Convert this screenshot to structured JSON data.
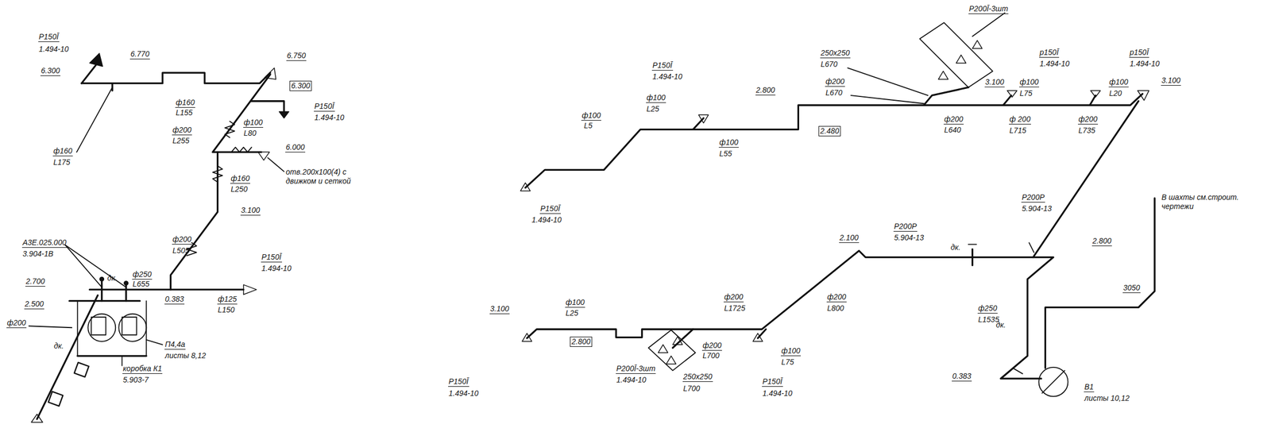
{
  "diagram": {
    "labels": [
      "P150Ī",
      "1.494-10",
      "6.770",
      "6.750",
      "6.300",
      "6.300",
      "ф160",
      "L155",
      "ф200",
      "L255",
      "ф100",
      "L80",
      "P150Ī",
      "1.494-10",
      "ф160",
      "L175",
      "6.000",
      "отв.200x100(4) с движком и сеткой",
      "ф160",
      "L250",
      "ф200",
      "L505",
      "3.100",
      "A3E.025.000",
      "3.904-1B",
      "ф250",
      "L655",
      "P150Ī",
      "1.494-10",
      "2.700",
      "2.500",
      "ф200",
      "0.383",
      "ф125",
      "L150",
      "П4,4а",
      "листы 8,12",
      "коробка К1",
      "5.903-7",
      "дк.",
      "дк.",
      "P200Ī-3шт",
      "250x250",
      "L670",
      "P150Ī",
      "1.494-10",
      "ф100",
      "L25",
      "p150Ī",
      "1.494-10",
      "p150Ī",
      "1.494-10",
      "2.800",
      "ф200",
      "L670",
      "3.100",
      "ф100",
      "L75",
      "ф100",
      "L20",
      "3.100",
      "ф100",
      "L5",
      "ф100",
      "L55",
      "2.480",
      "ф200",
      "L640",
      "ф 200",
      "L715",
      "ф200",
      "L735",
      "P150Ī",
      "1.494-10",
      "Р200Р",
      "5.904-13",
      "Р200Р",
      "5.904-13",
      "2.100",
      "дк.",
      "2.800",
      "В шахты см.строит. чертежи",
      "3.100",
      "ф100",
      "L25",
      "ф200",
      "L1725",
      "ф200",
      "L800",
      "2.800",
      "ф200",
      "L700",
      "ф100",
      "L75",
      "P200Ī-3шт",
      "1.494-10",
      "250x250",
      "L700",
      "P150Ī",
      "1.494-10",
      "P150Ī",
      "1.494-10",
      "3050",
      "ф250",
      "L1535",
      "0.383",
      "В1",
      "листы 10,12",
      "дк."
    ]
  }
}
